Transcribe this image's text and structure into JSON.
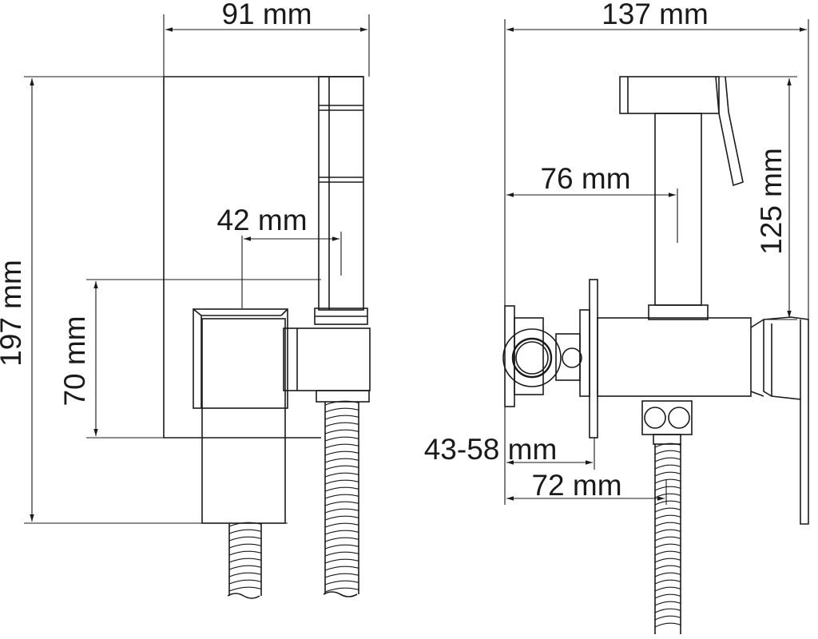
{
  "colors": {
    "line": "#1a1a1a",
    "background": "#ffffff"
  },
  "dimensions": {
    "side_width": "91 mm",
    "side_height": "197 mm",
    "side_holder_offset": "42 mm",
    "side_valve_height": "70 mm",
    "front_width": "137 mm",
    "front_holder_offset": "76 mm",
    "front_holder_height": "125 mm",
    "front_wall_depth": "43-58 mm",
    "front_hose_offset": "72 mm"
  }
}
